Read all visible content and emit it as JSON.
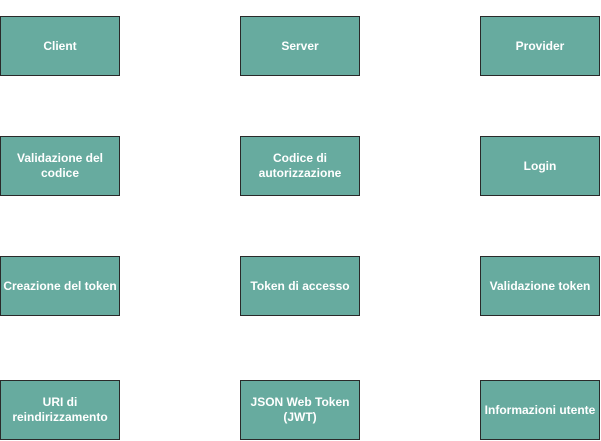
{
  "diagram": {
    "node_fill": "#67ab9f",
    "node_border": "#2a2a2a",
    "node_text_color": "#ffffff",
    "nodes": [
      {
        "label": "Client"
      },
      {
        "label": "Server"
      },
      {
        "label": "Provider"
      },
      {
        "label": "Validazione del codice"
      },
      {
        "label": "Codice di autorizzazione"
      },
      {
        "label": "Login"
      },
      {
        "label": "Creazione del token"
      },
      {
        "label": "Token di accesso"
      },
      {
        "label": "Validazione token"
      },
      {
        "label": "URI di reindirizzamento"
      },
      {
        "label": "JSON Web Token (JWT)"
      },
      {
        "label": "Informazioni utente"
      }
    ]
  }
}
